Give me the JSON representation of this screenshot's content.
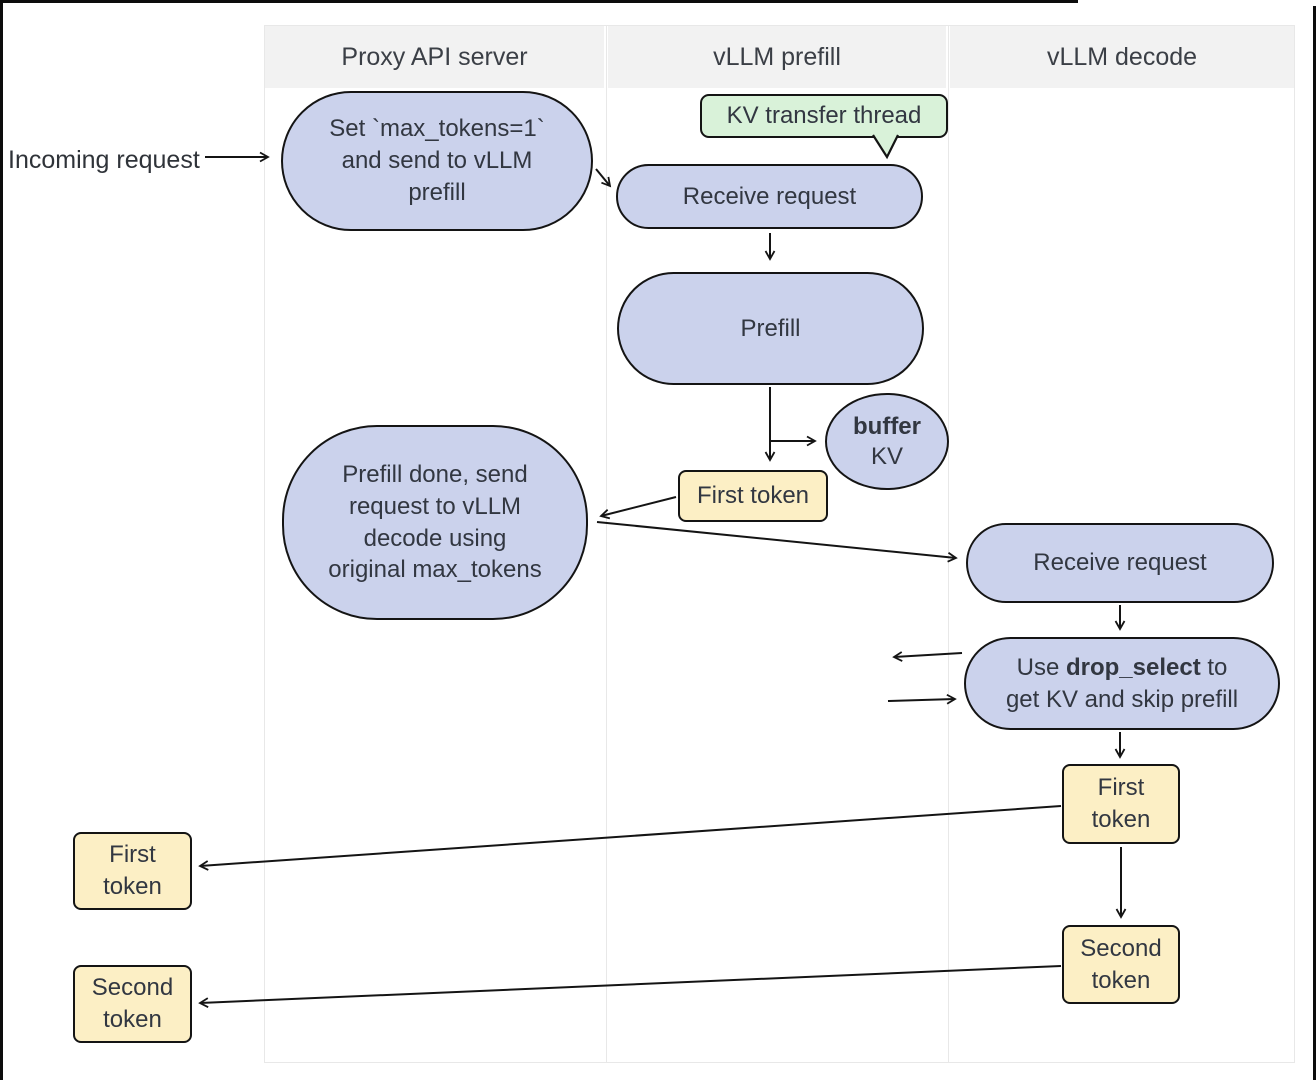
{
  "columns": [
    {
      "label": "Proxy API server"
    },
    {
      "label": "vLLM prefill"
    },
    {
      "label": "vLLM decode"
    }
  ],
  "external": {
    "incoming_label": "Incoming request",
    "first_token": {
      "lines": [
        "First",
        "token"
      ]
    },
    "second_token": {
      "lines": [
        "Second",
        "token"
      ]
    }
  },
  "nodes": {
    "proxy_set": {
      "lines": [
        "Set `max_tokens=1`",
        "and send to vLLM",
        "prefill"
      ]
    },
    "kv_thread": {
      "label": "KV transfer thread"
    },
    "receive_prefill": {
      "label": "Receive request"
    },
    "prefill": {
      "label": "Prefill"
    },
    "buffer_kv": {
      "bold": "buffer",
      "rest": "KV"
    },
    "first_token_prefill": {
      "label": "First token"
    },
    "prefill_done": {
      "lines": [
        "Prefill done, send",
        "request to vLLM",
        "decode using",
        "original max_tokens"
      ]
    },
    "receive_decode": {
      "label": "Receive request"
    },
    "drop_select": {
      "pre": "Use ",
      "bold": "drop_select",
      "post": " to",
      "line2": "get KV and skip prefill"
    },
    "first_token_decode": {
      "lines": [
        "First",
        "token"
      ]
    },
    "second_token_decode": {
      "lines": [
        "Second",
        "token"
      ]
    }
  },
  "colors": {
    "lavender": "#cbd2ec",
    "yellow": "#fcefc5",
    "green": "#d9f2d9",
    "header_bg": "#f2f2f2",
    "grid": "#e8e8e8",
    "text": "#323741"
  }
}
